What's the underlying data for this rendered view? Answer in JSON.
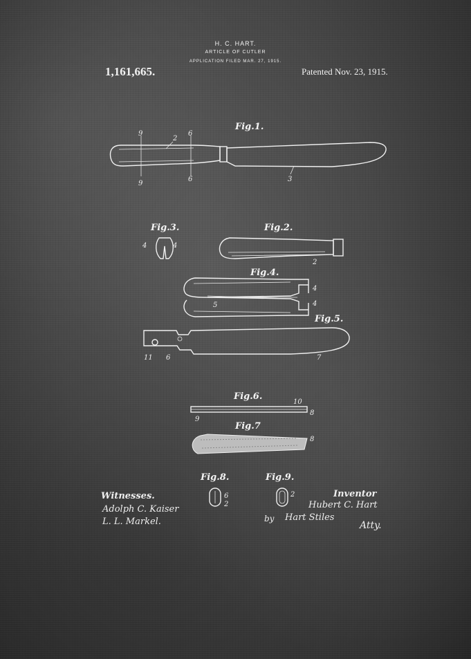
{
  "header": {
    "inventor": "H. C. HART.",
    "title": "ARTICLE OF CUTLER",
    "filed": "APPLICATION FILED MAR. 27, 1915.",
    "patent_number": "1,161,665.",
    "patented": "Patented Nov. 23, 1915."
  },
  "figures": {
    "fig1": "Fig.1.",
    "fig2": "Fig.2.",
    "fig3": "Fig.3.",
    "fig4": "Fig.4.",
    "fig5": "Fig.5.",
    "fig6": "Fig.6.",
    "fig7": "Fig.7",
    "fig8": "Fig.8.",
    "fig9": "Fig.9."
  },
  "refs": {
    "fig1": [
      "9",
      "2",
      "6",
      "9",
      "6",
      "3"
    ],
    "fig2": [
      "2"
    ],
    "fig3": [
      "4",
      "4"
    ],
    "fig4": [
      "4",
      "5",
      "4"
    ],
    "fig5": [
      "11",
      "6",
      "7"
    ],
    "fig6": [
      "10",
      "9",
      "8"
    ],
    "fig7": [
      "8"
    ],
    "fig8": [
      "6",
      "2"
    ],
    "fig9": [
      "2"
    ]
  },
  "witnesses": {
    "label": "Witnesses.",
    "names": [
      "Adolph C. Kaiser",
      "L. L. Markel."
    ]
  },
  "inventor_block": {
    "label": "Inventor",
    "name": "Hubert C. Hart",
    "by": "by",
    "agent": "Hart Stiles",
    "atty": "Atty."
  }
}
